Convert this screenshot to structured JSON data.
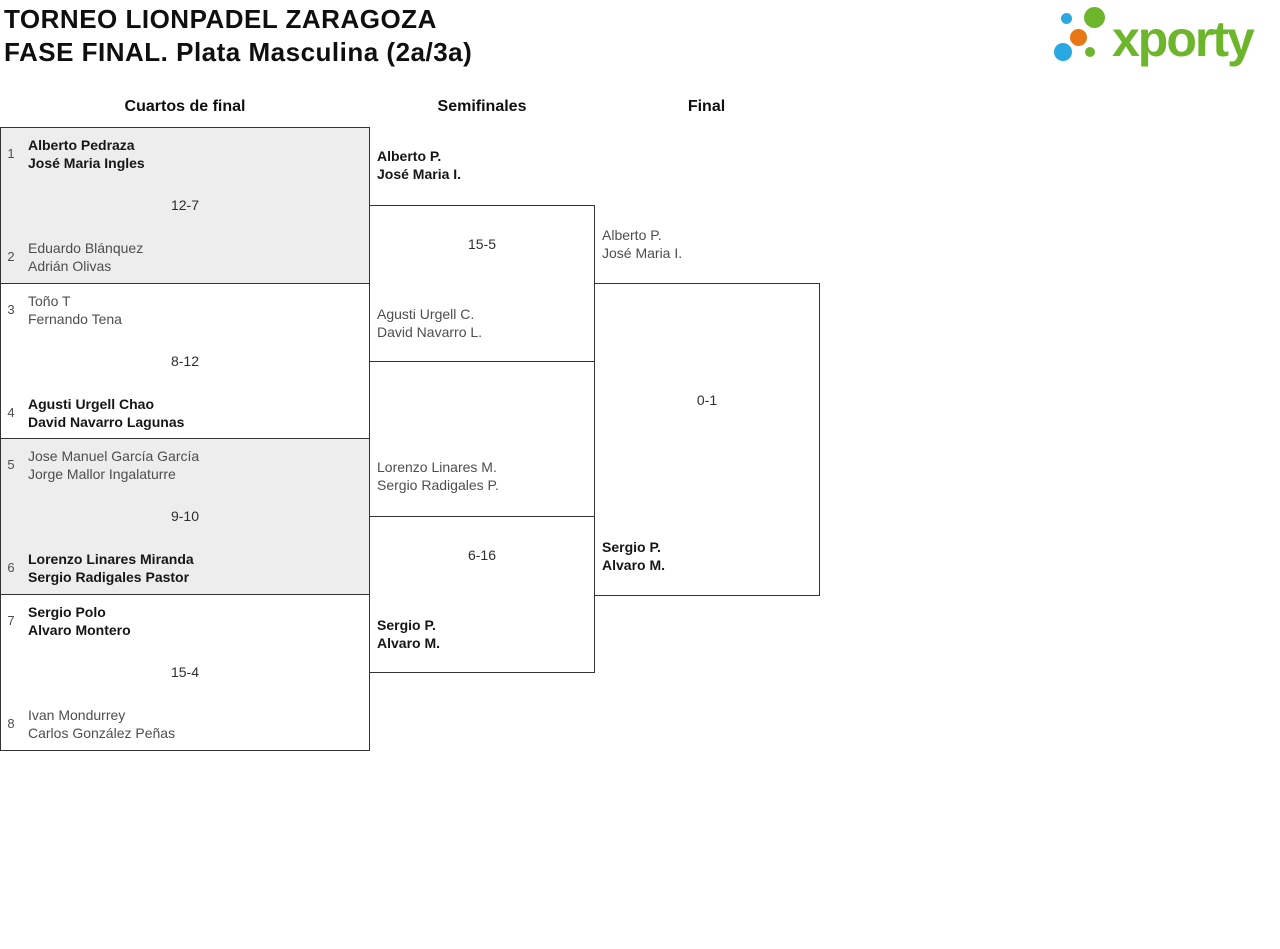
{
  "header": {
    "title_line1": "TORNEO LIONPADEL ZARAGOZA",
    "title_line2": "FASE FINAL. Plata Masculina (2a/3a)"
  },
  "logo": {
    "wordmark": "xporty"
  },
  "columns": {
    "quarterfinals": "Cuartos de final",
    "semifinals": "Semifinales",
    "final": "Final"
  },
  "quarterfinals": [
    {
      "seed_top": "1",
      "top_player1": "Alberto Pedraza",
      "top_player2": "José Maria Ingles",
      "top_winner": true,
      "score": "12-7",
      "seed_bottom": "2",
      "bottom_player1": "Eduardo Blánquez",
      "bottom_player2": "Adrián Olivas",
      "bottom_winner": false
    },
    {
      "seed_top": "3",
      "top_player1": "Toño T",
      "top_player2": "Fernando Tena",
      "top_winner": false,
      "score": "8-12",
      "seed_bottom": "4",
      "bottom_player1": "Agusti Urgell Chao",
      "bottom_player2": "David Navarro Lagunas",
      "bottom_winner": true
    },
    {
      "seed_top": "5",
      "top_player1": "Jose Manuel García García",
      "top_player2": "Jorge Mallor Ingalaturre",
      "top_winner": false,
      "score": "9-10",
      "seed_bottom": "6",
      "bottom_player1": "Lorenzo Linares Miranda",
      "bottom_player2": "Sergio Radigales Pastor",
      "bottom_winner": true
    },
    {
      "seed_top": "7",
      "top_player1": "Sergio Polo",
      "top_player2": "Alvaro Montero",
      "top_winner": true,
      "score": "15-4",
      "seed_bottom": "8",
      "bottom_player1": "Ivan Mondurrey",
      "bottom_player2": "Carlos González Peñas",
      "bottom_winner": false
    }
  ],
  "semifinals": [
    {
      "top_player1": "Alberto P.",
      "top_player2": "José Maria I.",
      "top_winner": true,
      "score": "15-5",
      "bottom_player1": "Agusti Urgell C.",
      "bottom_player2": "David Navarro L.",
      "bottom_winner": false
    },
    {
      "top_player1": "Lorenzo Linares M.",
      "top_player2": "Sergio Radigales P.",
      "top_winner": false,
      "score": "6-16",
      "bottom_player1": "Sergio P.",
      "bottom_player2": "Alvaro M.",
      "bottom_winner": true
    }
  ],
  "final": {
    "top_player1": "Alberto P.",
    "top_player2": "José Maria I.",
    "top_winner": false,
    "score": "0-1",
    "bottom_player1": "Sergio P.",
    "bottom_player2": "Alvaro M.",
    "bottom_winner": true
  },
  "colors": {
    "accent_green": "#6db52b",
    "accent_blue": "#29a8e1",
    "accent_orange": "#e87817",
    "line": "#333333",
    "shaded_box": "#ededed"
  }
}
